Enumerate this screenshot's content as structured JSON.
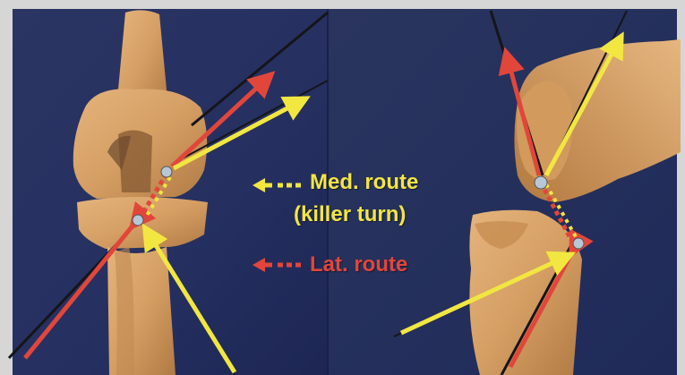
{
  "legend": {
    "medial_route": "Med. route",
    "killer_turn": "(killer turn)",
    "lateral_route": "Lat. route"
  },
  "colors": {
    "medial_route": "#f2e641",
    "lateral_route": "#e2463a",
    "background": "#2a3566",
    "bone": "#d9a56d"
  }
}
